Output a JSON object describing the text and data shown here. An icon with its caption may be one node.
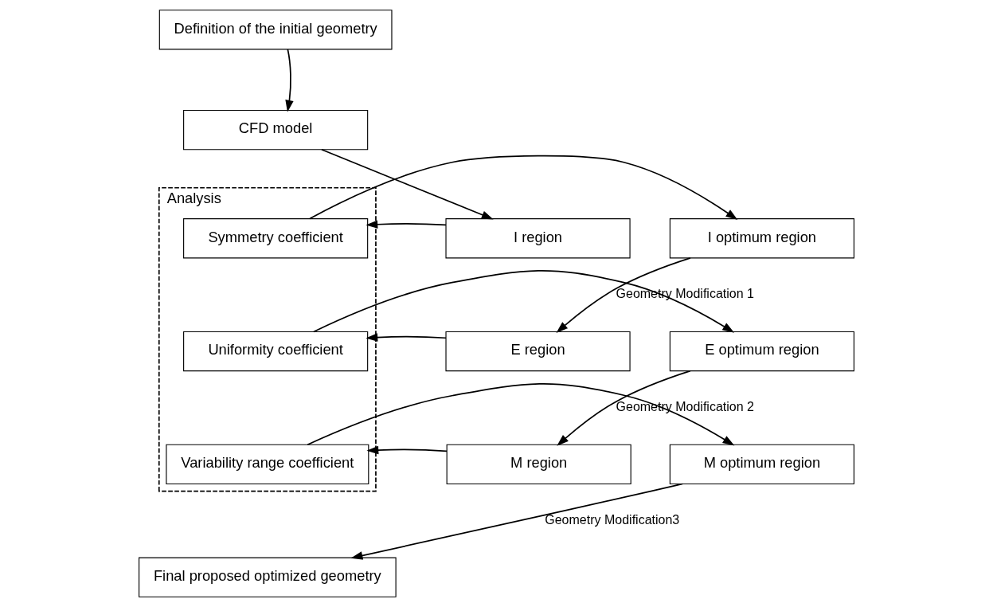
{
  "diagram": {
    "nodes": [
      {
        "text": [
          "Definition of the initial geometry"
        ]
      },
      {
        "text": [
          "CFD model"
        ]
      },
      {
        "text": [
          "Analysis"
        ]
      },
      {
        "text": [
          "I region"
        ]
      },
      {
        "text": [
          "Symmetry coefficient"
        ],
        "in": 2
      },
      {
        "text": [
          "I optimum region"
        ]
      },
      {
        "text": [
          "E region"
        ]
      },
      {
        "text": [
          "Uniformity coefficient"
        ],
        "in": 2
      },
      {
        "text": [
          "E optimum region"
        ]
      },
      {
        "text": [
          "M region"
        ]
      },
      {
        "text": [
          "Variability range coefficient"
        ],
        "in": 2
      },
      {
        "text": [
          "M optimum region"
        ]
      },
      {
        "text": [
          "Final proposed optimized geometry"
        ]
      }
    ],
    "edges": [
      {
        "from": 0,
        "to": 1,
        "arrow": "to"
      },
      {
        "from": 1,
        "to": 3,
        "arrow": "to"
      },
      {
        "from": 3,
        "to": 4,
        "arrow": "to"
      },
      {
        "from": 4,
        "to": 5,
        "arrow": "to"
      },
      {
        "from": 5,
        "to": 6,
        "arrow": "to",
        "label": "Geometry Modification 1"
      },
      {
        "from": 6,
        "to": 7,
        "arrow": "to"
      },
      {
        "from": 7,
        "to": 8,
        "arrow": "to"
      },
      {
        "from": 8,
        "to": 9,
        "arrow": "to",
        "label": "Geometry Modification 2"
      },
      {
        "from": 9,
        "to": 10,
        "arrow": "to"
      },
      {
        "from": 10,
        "to": 11,
        "arrow": "to"
      },
      {
        "from": 11,
        "to": 12,
        "arrow": "to",
        "label": "Geometry Modification3"
      }
    ]
  }
}
